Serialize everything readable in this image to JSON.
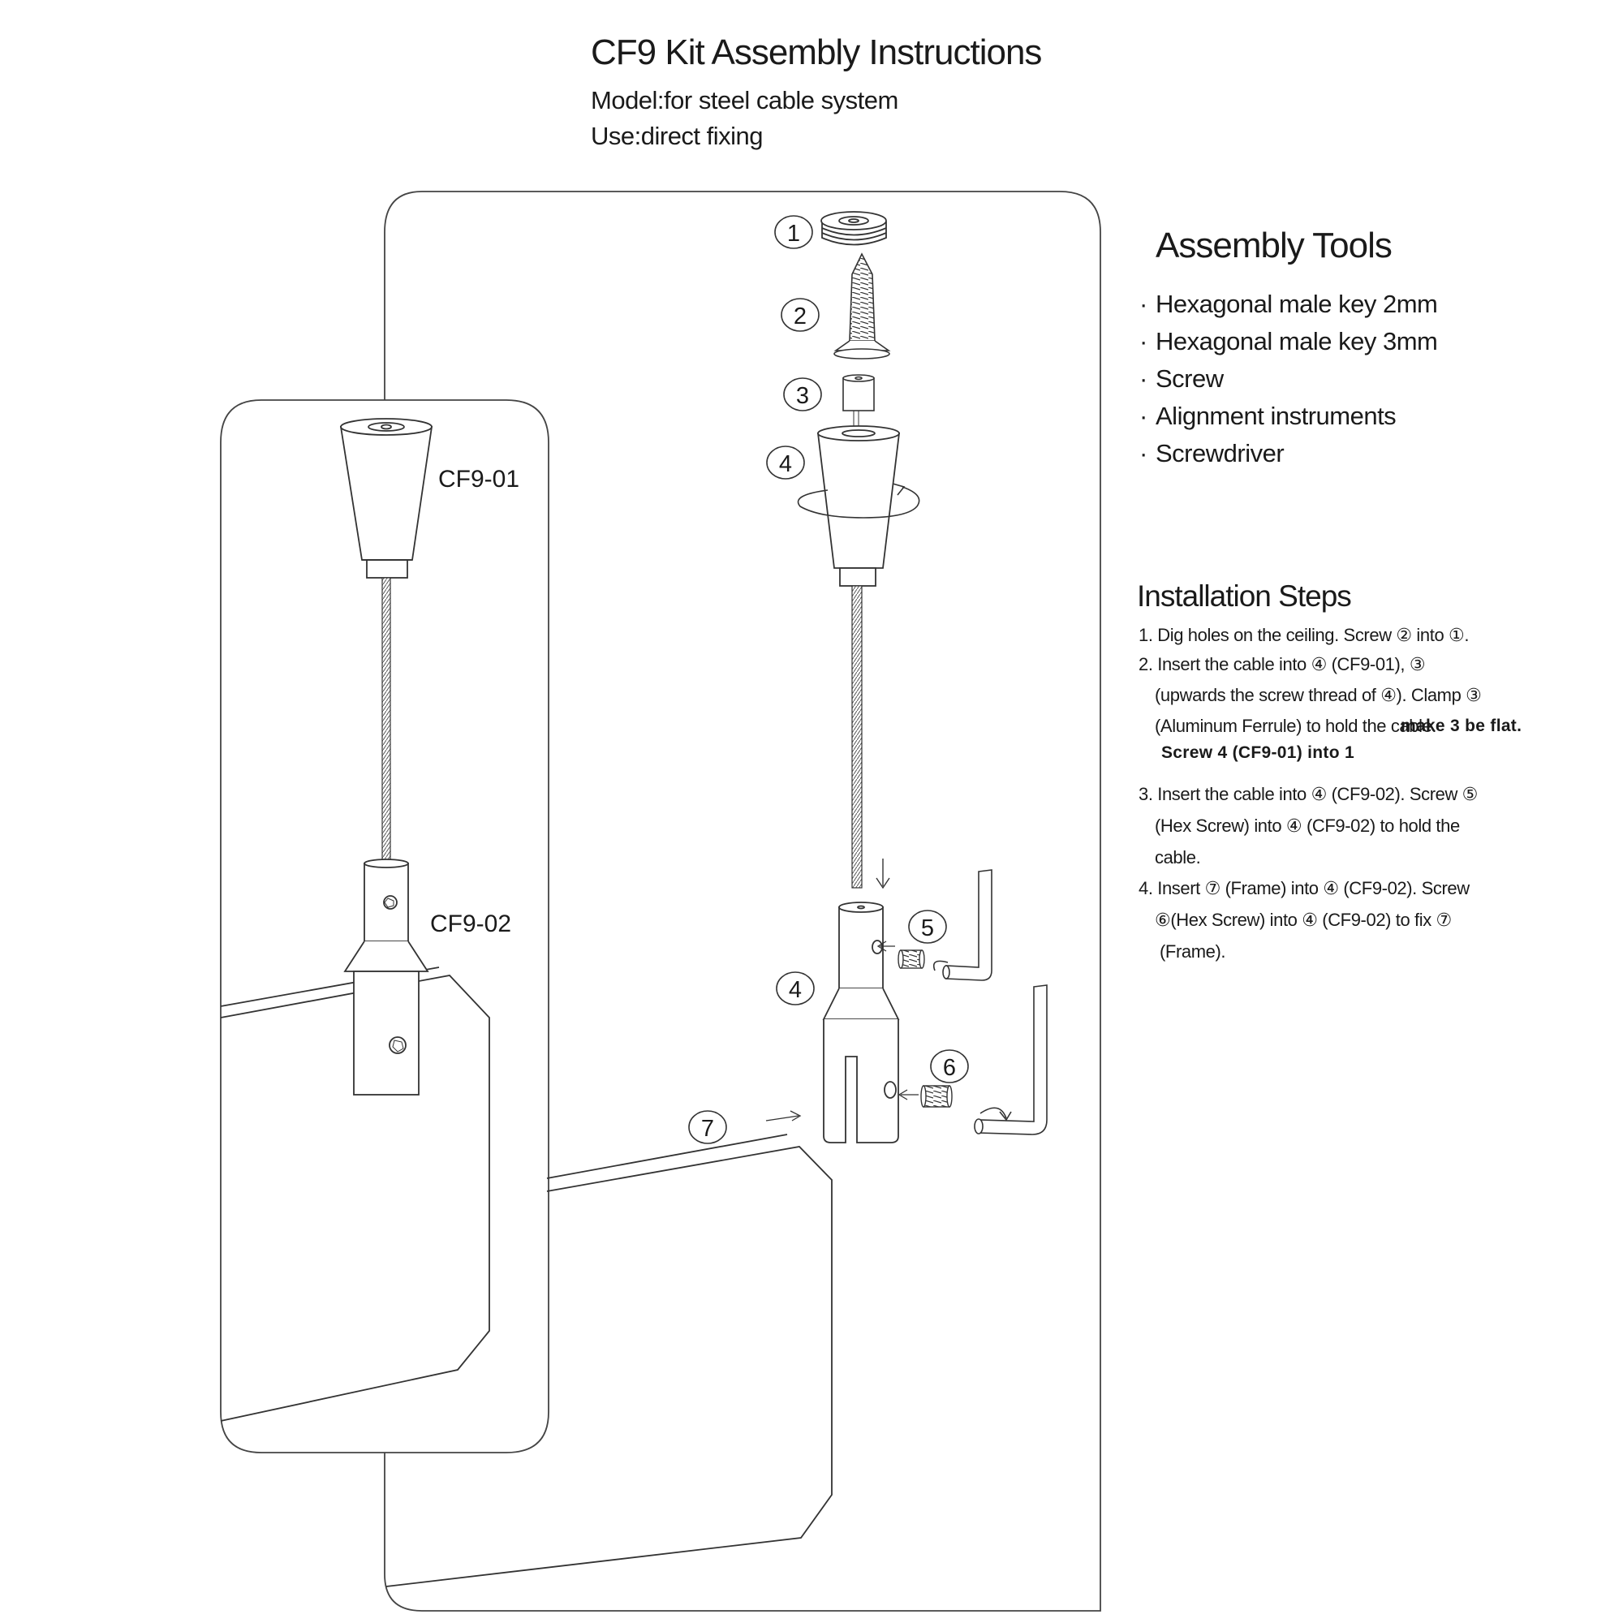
{
  "header": {
    "title": "CF9 Kit Assembly Instructions",
    "model": "Model:for steel cable system",
    "use": "Use:direct fixing"
  },
  "tools": {
    "heading": "Assembly Tools",
    "bullet": "·",
    "items": [
      "Hexagonal male key 2mm",
      "Hexagonal male key 3mm",
      "Screw",
      "Alignment instruments",
      "Screwdriver"
    ]
  },
  "steps": {
    "heading": "Installation Steps",
    "lines": [
      "1. Dig holes on the ceiling. Screw ② into ①.",
      "2. Insert the cable into ④ (CF9-01), ③",
      "(upwards the screw thread of ④). Clamp ③",
      "(Aluminum Ferrule) to hold the cable.",
      "make 3 be flat.",
      "Screw 4 (CF9-01) into 1",
      "3. Insert the cable into ④ (CF9-02). Screw ⑤",
      "(Hex Screw) into ④ (CF9-02) to hold the",
      "cable.",
      "4. Insert ⑦ (Frame) into ④ (CF9-02). Screw",
      "⑥(Hex Screw) into ④ (CF9-02) to fix ⑦",
      "(Frame)."
    ]
  },
  "diagram": {
    "part_labels": [
      "CF9-01",
      "CF9-02"
    ],
    "callouts": [
      "1",
      "2",
      "3",
      "4",
      "4",
      "5",
      "6",
      "7"
    ],
    "icons": [
      "circle-number-icon",
      "rotation-arrow-icon",
      "down-arrow-icon",
      "right-arrow-icon",
      "hex-key-icon"
    ]
  }
}
